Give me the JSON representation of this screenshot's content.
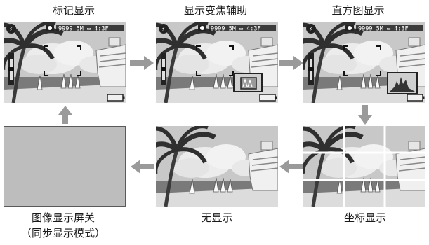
{
  "diagram": {
    "labels": {
      "marker": "标记显示",
      "focus_assist": "显示变焦辅助",
      "histogram": "直方图显示",
      "grid": "坐标显示",
      "none": "无显示",
      "screen_off_line1": "图像显示屏关",
      "screen_off_line2": "（同步显示模式）"
    },
    "osd": {
      "shots_remaining": "9999",
      "quality": "5M",
      "timer": "4:3 F",
      "flash_icon": "flash-auto-icon",
      "camera_icon": "camera-mode-icon",
      "battery_icon": "battery-icon",
      "zoom_icon": "zoom-bar-icon"
    },
    "colors": {
      "arrow": "#9a9a9a",
      "sky": "#c8c8c8",
      "cloud": "#e9e9e9",
      "tree": "#3a3a3a",
      "sea": "#6e6e6e",
      "sand": "#d8d8d8",
      "blank_panel": "#bdbdbd",
      "grid_line": "#ffffff"
    }
  }
}
